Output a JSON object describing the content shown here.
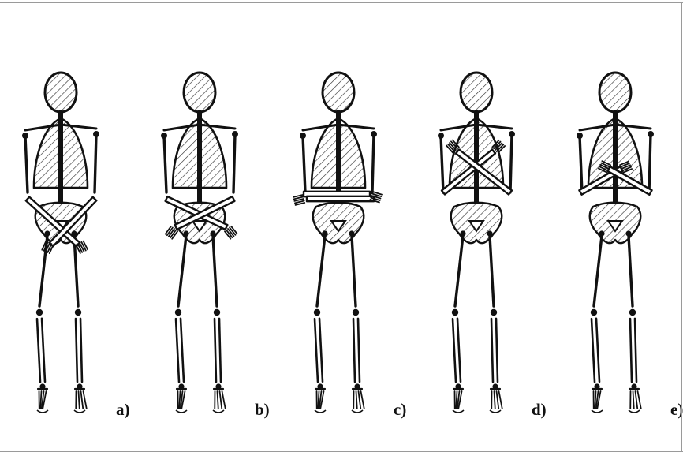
{
  "figure": {
    "panels": [
      {
        "label": "a)",
        "arm_pose": "crossed-over-pelvis"
      },
      {
        "label": "b)",
        "arm_pose": "crossed-at-pelvis"
      },
      {
        "label": "c)",
        "arm_pose": "straight-across-waist"
      },
      {
        "label": "d)",
        "arm_pose": "crossed-on-chest"
      },
      {
        "label": "e)",
        "arm_pose": "folded-on-lower-chest"
      }
    ],
    "colors": {
      "ink": "#111111",
      "hatch": "#333333",
      "frame": "#9a9a9a",
      "background": "#ffffff"
    }
  }
}
